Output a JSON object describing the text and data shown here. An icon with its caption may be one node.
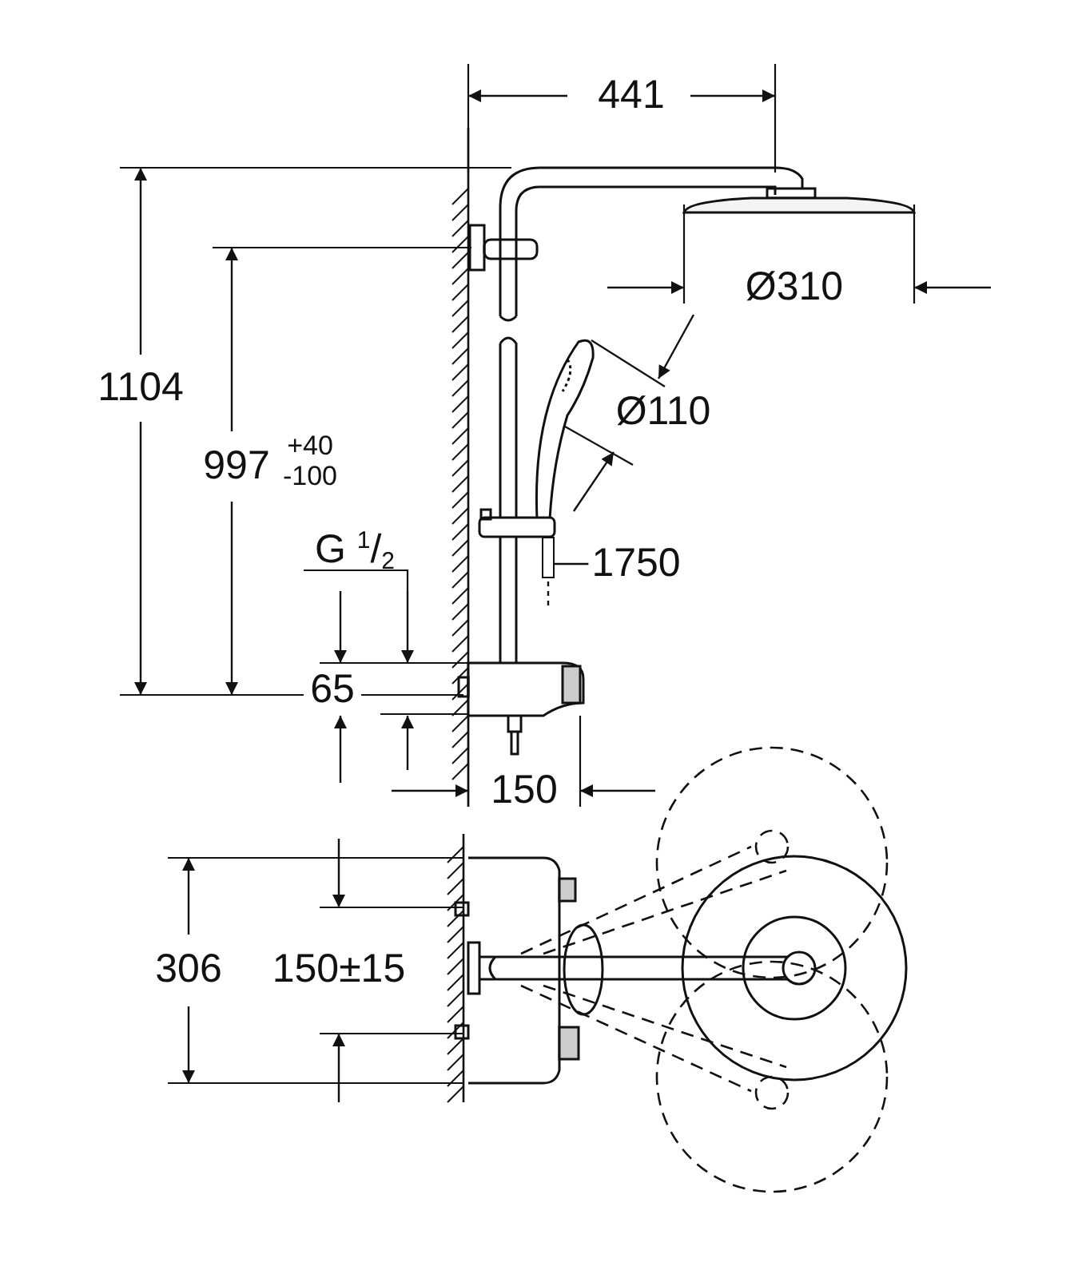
{
  "diagram": {
    "nodes": [
      {
        "text": [
          "1750"
        ]
      },
      {
        "text": [],
        "shape": "bar"
      }
    ],
    "edges": [
      {
        "from": 0,
        "to": 1,
        "arrow": "none"
      }
    ],
    "labels": [
      "441",
      "Ø310",
      "1104",
      "Ø110",
      "997",
      "+40",
      "-100",
      "G $^{1}$/$_{2}$",
      "65",
      "150",
      "306",
      "150±15"
    ]
  }
}
